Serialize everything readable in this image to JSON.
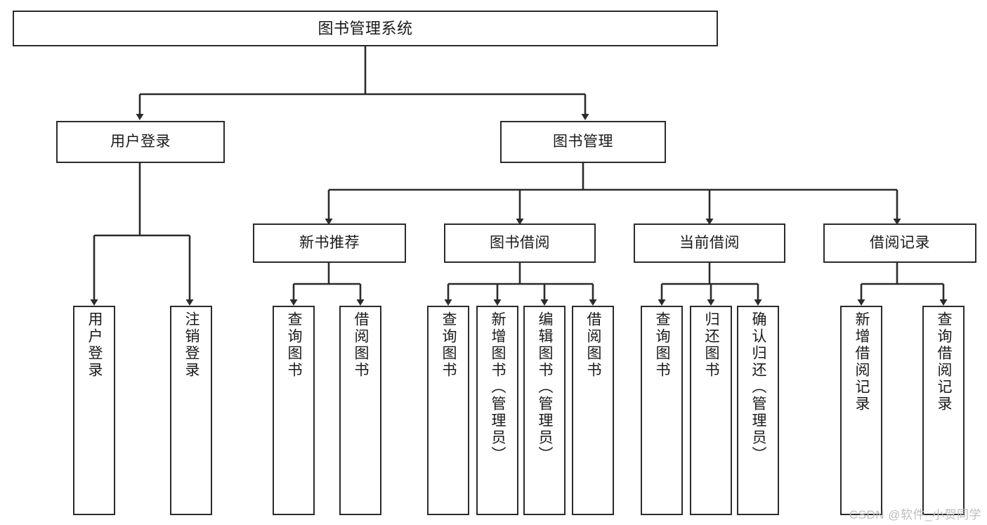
{
  "diagram": {
    "title": "图书管理系统",
    "type": "tree",
    "watermark": "CSDN @软件_小贺同学",
    "colors": {
      "box_border": "#2b2b2b",
      "box_fill": "#ffffff",
      "text": "#1a1a1a",
      "connector": "#2b2b2b",
      "watermark": "#bdbdbd",
      "background": "#ffffff"
    },
    "nodes": {
      "root": {
        "label": "图书管理系统",
        "level": 1
      },
      "level2": [
        {
          "id": "user-login",
          "label": "用户登录"
        },
        {
          "id": "book-management",
          "label": "图书管理"
        }
      ],
      "level3": [
        {
          "id": "new-book-recommend",
          "label": "新书推荐"
        },
        {
          "id": "book-borrow",
          "label": "图书借阅"
        },
        {
          "id": "current-borrow",
          "label": "当前借阅"
        },
        {
          "id": "borrow-record",
          "label": "借阅记录"
        }
      ],
      "leaves": {
        "user_login": [
          {
            "id": "leaf-user-login",
            "label": "用户登录"
          },
          {
            "id": "leaf-logout-login",
            "label": "注销登录"
          }
        ],
        "new_book_recommend": [
          {
            "id": "leaf-query-book-1",
            "label": "查询图书"
          },
          {
            "id": "leaf-borrow-book-1",
            "label": "借阅图书"
          }
        ],
        "book_borrow": [
          {
            "id": "leaf-query-book-2",
            "label": "查询图书"
          },
          {
            "id": "leaf-add-book-admin",
            "label": "新增图书（管理员）"
          },
          {
            "id": "leaf-edit-book-admin",
            "label": "编辑图书（管理员）"
          },
          {
            "id": "leaf-borrow-book-2",
            "label": "借阅图书"
          }
        ],
        "current_borrow": [
          {
            "id": "leaf-query-book-3",
            "label": "查询图书"
          },
          {
            "id": "leaf-return-book",
            "label": "归还图书"
          },
          {
            "id": "leaf-confirm-return-admin",
            "label": "确认归还（管理员）"
          }
        ],
        "borrow_record": [
          {
            "id": "leaf-add-borrow-record",
            "label": "新增借阅记录"
          },
          {
            "id": "leaf-query-borrow-record",
            "label": "查询借阅记录"
          }
        ]
      }
    }
  }
}
